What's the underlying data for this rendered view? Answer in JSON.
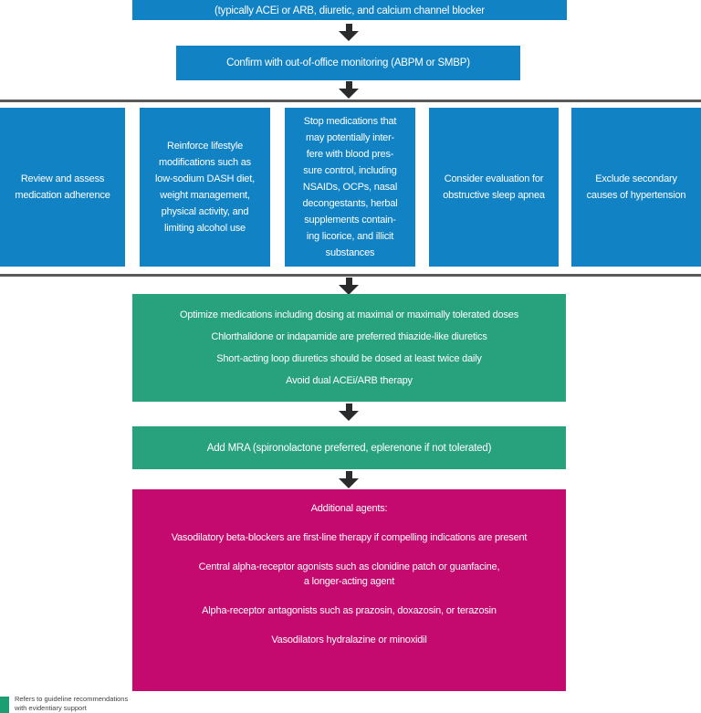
{
  "palette": {
    "blue": "#1182c4",
    "green": "#28a17d",
    "magenta": "#c40a6e",
    "arrow": "#2a2b2d",
    "divider": "#58595b",
    "legend-green": "#1d9e72",
    "text-dark": "#414244"
  },
  "flow": {
    "initial_therapy": "(typically ACEi or ARB, diuretic, and calcium channel blocker",
    "confirm": "Confirm with out-of-office monitoring (ABPM or SMBP)",
    "workup": [
      {
        "lines": [
          "Review and assess",
          "medication adherence"
        ]
      },
      {
        "lines": [
          "Reinforce lifestyle",
          "modifications such as",
          "low-sodium DASH diet,",
          "weight management,",
          "physical activity, and",
          "limiting alcohol use"
        ]
      },
      {
        "lines": [
          "Stop medications that",
          "may potentially inter-",
          "fere with blood pres-",
          "sure control, including",
          "NSAIDs, OCPs, nasal",
          "decongestants, herbal",
          "supplements contain-",
          "ing licorice, and illicit",
          "substances"
        ]
      },
      {
        "lines": [
          "Consider evaluation for",
          "obstructive sleep apnea"
        ]
      },
      {
        "lines": [
          "Exclude secondary",
          "causes of hypertension"
        ]
      }
    ],
    "optimize": {
      "lines": [
        "Optimize medications including dosing at maximal or maximally tolerated doses",
        "Chlorthalidone or indapamide are preferred thiazide-like diuretics",
        "Short-acting loop diuretics should be dosed at least twice daily",
        "Avoid dual ACEi/ARB therapy"
      ]
    },
    "mra": "Add MRA (spironolactone preferred, eplerenone if not tolerated)",
    "additional": {
      "paragraphs": [
        [
          "Additional agents:"
        ],
        [
          "Vasodilatory beta-blockers are first-line therapy if compelling indications are present"
        ],
        [
          "Central alpha-receptor agonists such as clonidine patch or guanfacine,",
          "a longer-acting agent"
        ],
        [
          "Alpha-receptor antagonists such as prazosin, doxazosin, or terazosin"
        ],
        [
          "Vasodilators hydralazine or minoxidil"
        ]
      ]
    }
  },
  "legend": {
    "lines": [
      "Refers to guideline recommendations",
      "with evidentiary support"
    ]
  }
}
